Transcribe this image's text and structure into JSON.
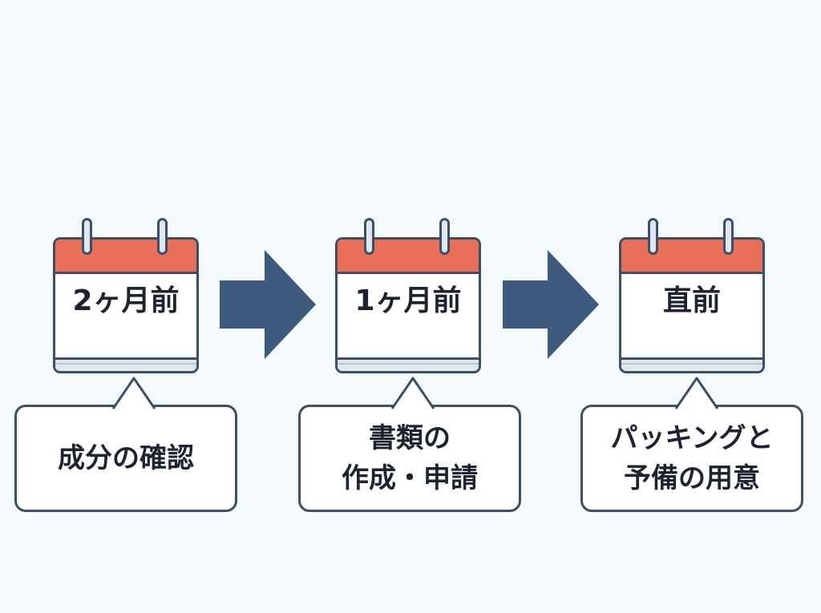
{
  "steps": [
    {
      "label": "2ヶ月前",
      "bubble_lines": [
        "成分の確認"
      ]
    },
    {
      "label": "1ヶ月前",
      "bubble_lines": [
        "書類の",
        "作成・申請"
      ]
    },
    {
      "label": "直前",
      "bubble_lines": [
        "パッキングと",
        "予備の用意"
      ]
    }
  ],
  "colors": {
    "background": "#f4f9fb",
    "calendar_header": "#e8705a",
    "outline": "#3b4f66",
    "arrow": "#3d5a7c",
    "text": "#1d2430"
  },
  "icons": [
    "calendar-icon",
    "right-arrow-icon",
    "speech-bubble"
  ]
}
